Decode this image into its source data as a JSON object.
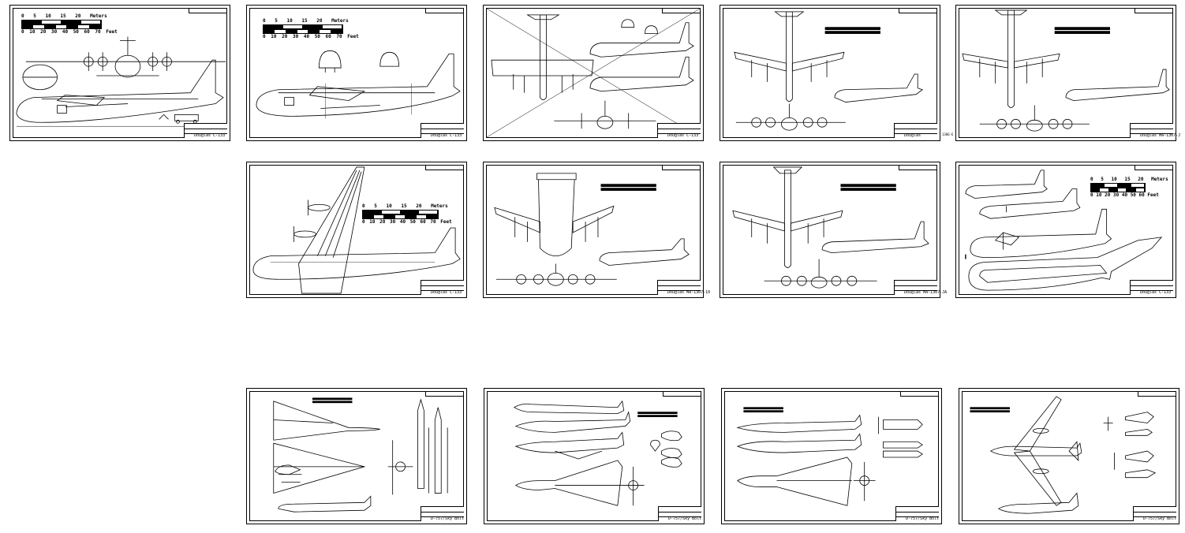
{
  "sheets": [
    {
      "id": "s1",
      "title": "Douglas C-133",
      "code": "",
      "scale": {
        "meters_ticks": [
          "0",
          "5",
          "10",
          "15",
          "20"
        ],
        "meters_unit": "Meters",
        "feet_ticks": [
          "0",
          "10",
          "20",
          "30",
          "40",
          "50",
          "60",
          "70"
        ],
        "feet_unit": "Feet"
      }
    },
    {
      "id": "s2",
      "title": "Douglas C-133",
      "code": "",
      "scale": {
        "meters_ticks": [
          "0",
          "5",
          "10",
          "15",
          "20"
        ],
        "meters_unit": "Meters",
        "feet_ticks": [
          "0",
          "10",
          "20",
          "30",
          "40",
          "50",
          "60",
          "70"
        ],
        "feet_unit": "Feet"
      }
    },
    {
      "id": "s3",
      "title": "Douglas C-133",
      "code": ""
    },
    {
      "id": "s4",
      "title": "Douglas",
      "code": "1306-E"
    },
    {
      "id": "s5",
      "title": "Douglas MA-1307-J",
      "code": ""
    },
    {
      "id": "s6",
      "title": "Douglas C-133",
      "code": "",
      "scale": {
        "meters_ticks": [
          "0",
          "5",
          "10",
          "15",
          "20"
        ],
        "meters_unit": "Meters",
        "feet_ticks": [
          "0",
          "10",
          "20",
          "30",
          "40",
          "50",
          "60",
          "70"
        ],
        "feet_unit": "Feet"
      }
    },
    {
      "id": "s7",
      "title": "Douglas MA-1307-10",
      "code": ""
    },
    {
      "id": "s8",
      "title": "Douglas MA-1307-JA",
      "code": ""
    },
    {
      "id": "s9",
      "title": "Douglas C-133",
      "code": "",
      "scale": {
        "meters_ticks": [
          "0",
          "5",
          "10",
          "15",
          "20"
        ],
        "meters_unit": "Meters",
        "feet_ticks": [
          "0",
          "10",
          "20",
          "30",
          "40",
          "50",
          "60"
        ],
        "feet_unit": "Feet"
      }
    },
    {
      "id": "s10",
      "title": "D-757/Sky Bolt",
      "code": ""
    },
    {
      "id": "s11",
      "title": "D-757/Sky Bolt",
      "code": ""
    },
    {
      "id": "s12",
      "title": "D-757/Sky Bolt",
      "code": ""
    },
    {
      "id": "s13",
      "title": "D-757/Sky Bolt",
      "code": ""
    }
  ]
}
